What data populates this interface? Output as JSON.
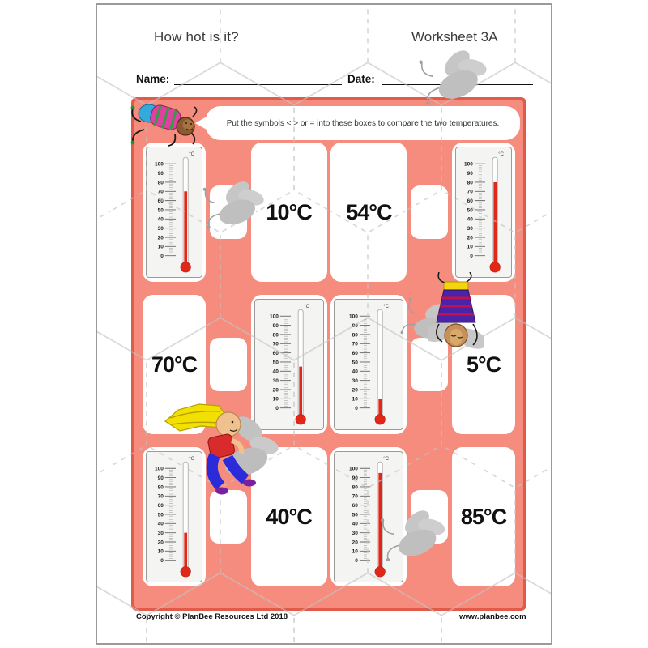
{
  "header": {
    "title": "How hot is it?",
    "worksheet": "Worksheet 3A",
    "name_label": "Name:",
    "date_label": "Date:"
  },
  "instruction": {
    "text": "Put the symbols < > or = into these boxes to compare the two temperatures."
  },
  "footer": {
    "copyright": "Copyright © PlanBee Resources Ltd 2018",
    "website": "www.planbee.com"
  },
  "colors": {
    "panel_fill": "#F58C7E",
    "panel_border": "#E25A49",
    "mercury_red": "#E02718",
    "box_white": "#FFFFFF",
    "watermark_grey": "#C3C3C3"
  },
  "thermometer_scale": {
    "unit": "°C",
    "min": 0,
    "max": 100,
    "major_step": 10,
    "minor_step": 2
  },
  "rows": [
    {
      "cells": [
        {
          "type": "thermometer",
          "reading_c": 70
        },
        {
          "type": "answer"
        },
        {
          "type": "temperature",
          "label": "10°C"
        },
        {
          "type": "temperature",
          "label": "54°C"
        },
        {
          "type": "answer"
        },
        {
          "type": "thermometer",
          "reading_c": 80
        }
      ]
    },
    {
      "cells": [
        {
          "type": "temperature",
          "label": "70°C"
        },
        {
          "type": "answer"
        },
        {
          "type": "thermometer",
          "reading_c": 45
        },
        {
          "type": "thermometer",
          "reading_c": 10
        },
        {
          "type": "answer"
        },
        {
          "type": "temperature",
          "label": "5°C"
        }
      ]
    },
    {
      "cells": [
        {
          "type": "thermometer",
          "reading_c": 30
        },
        {
          "type": "answer"
        },
        {
          "type": "temperature",
          "label": "40°C"
        },
        {
          "type": "thermometer",
          "reading_c": 95
        },
        {
          "type": "answer"
        },
        {
          "type": "temperature",
          "label": "85°C"
        }
      ]
    }
  ]
}
